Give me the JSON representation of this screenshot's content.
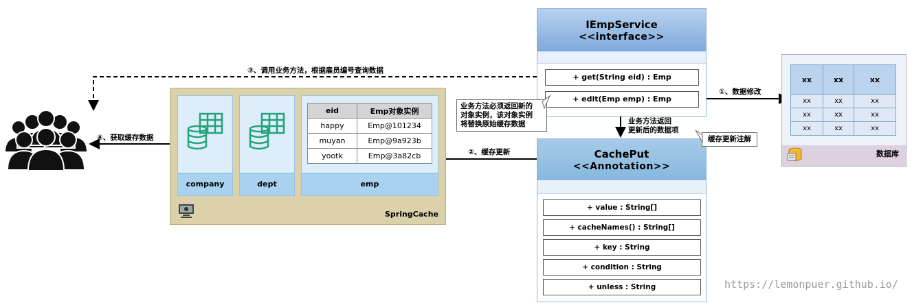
{
  "interface_box": {
    "title": "IEmpService",
    "stereotype": "<<interface>>",
    "methods": [
      "+ get(String eid) :  Emp",
      "+ edit(Emp emp) :  Emp"
    ]
  },
  "annotation_box": {
    "title": "CachePut",
    "stereotype": "<<Annotation>>",
    "attributes": [
      "+ value : String[]",
      "+ cacheNames() : String[]",
      "+ key : String",
      "+ condition : String",
      "+ unless : String"
    ]
  },
  "spring_cache": {
    "name": "SpringCache",
    "regions": [
      "company",
      "dept",
      "emp"
    ],
    "table": {
      "headers": [
        "eid",
        "Emp对象实例"
      ],
      "rows": [
        [
          "happy",
          "Emp@101234"
        ],
        [
          "muyan",
          "Emp@9a923b"
        ],
        [
          "yootk",
          "Emp@3a82cb"
        ]
      ]
    }
  },
  "database": {
    "name": "数据库",
    "headers": [
      "xx",
      "xx",
      "xx"
    ],
    "rows": [
      [
        "xx",
        "xx",
        "xx"
      ],
      [
        "xx",
        "xx",
        "xx"
      ],
      [
        "xx",
        "xx",
        "xx"
      ]
    ]
  },
  "labels": {
    "step1": "①、数据修改",
    "step2": "②、缓存更新",
    "step3": "③、调用业务方法，根据雇员编号查询数据",
    "step4": "④、获取缓存数据",
    "return_line1": "业务方法返回",
    "return_line2": "更新后的数据项",
    "callout_lines": [
      "业务方法必须返回新的",
      "对象实例，该对象实例",
      "将替换原始缓存数据"
    ],
    "annotation_note": "缓存更新注解"
  },
  "watermark": "https://lemonpuer.github.io/"
}
